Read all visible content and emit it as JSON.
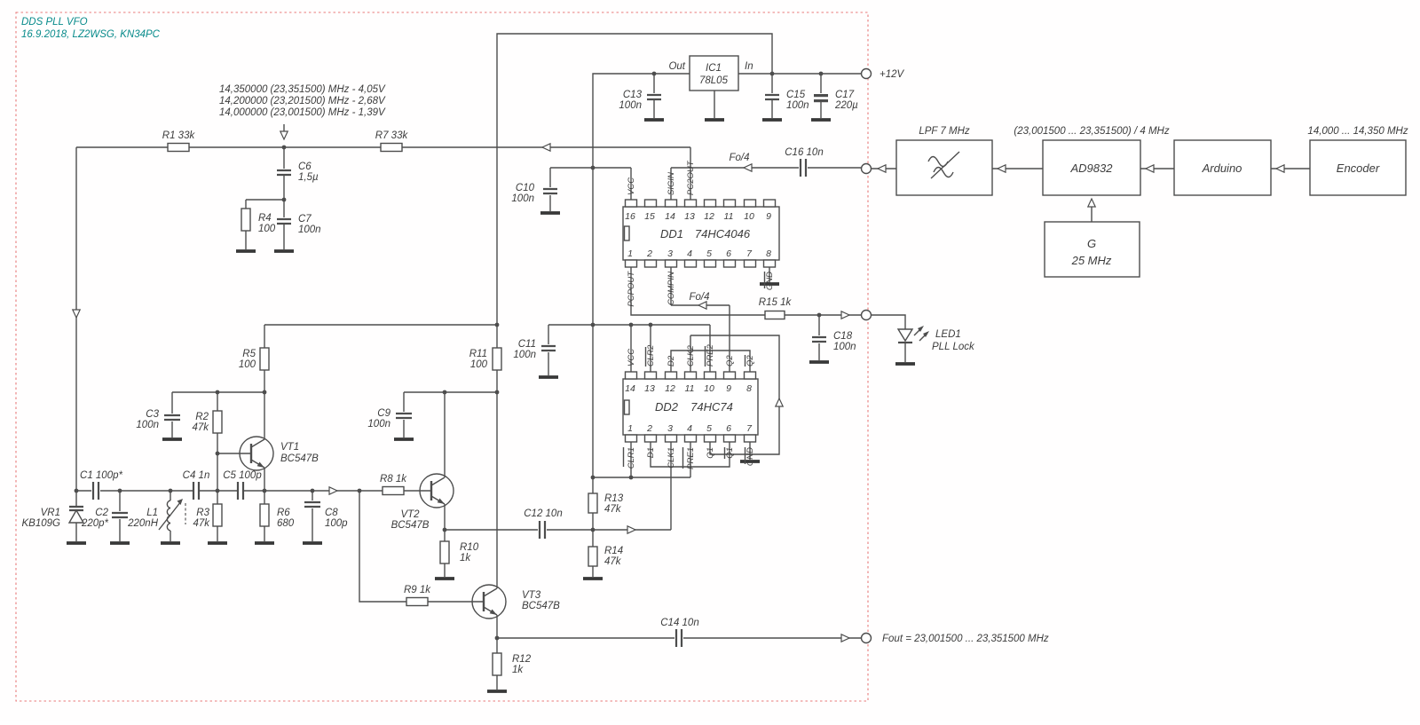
{
  "title": {
    "name": "DDS PLL VFO",
    "date_author": "16.9.2018, LZ2WSG, KN34PC"
  },
  "annotations": {
    "tuning": [
      "14,350000 (23,351500) MHz - 4,05V",
      "14,200000 (23,201500) MHz - 2,68V",
      "14,000000 (23,001500) MHz - 1,39V"
    ],
    "fo4_top": "Fo/4",
    "fo4_pc": "Fo/4",
    "supply": "+12V",
    "fout": "Fout = 23,001500 ... 23,351500 MHz"
  },
  "components": {
    "r1": {
      "label": "R1 33k"
    },
    "r7": {
      "label": "R7 33k"
    },
    "r8": {
      "label": "R8 1k"
    },
    "r9": {
      "label": "R9 1k"
    },
    "r15": {
      "label": "R15 1k"
    },
    "c1": {
      "label": "C1 100p*"
    },
    "c4": {
      "label": "C4 1n"
    },
    "c5": {
      "label": "C5 100p"
    },
    "c12": {
      "label": "C12 10n"
    },
    "c14": {
      "label": "C14 10n"
    },
    "c16": {
      "label": "C16 10n"
    },
    "c2": {
      "ref": "C2",
      "value": "220p*"
    },
    "c3": {
      "ref": "C3",
      "value": "100n"
    },
    "c6": {
      "ref": "C6",
      "value": "1,5µ"
    },
    "c7": {
      "ref": "C7",
      "value": "100n"
    },
    "c8": {
      "ref": "C8",
      "value": "100p"
    },
    "c9": {
      "ref": "C9",
      "value": "100n"
    },
    "c10": {
      "ref": "C10",
      "value": "100n"
    },
    "c11": {
      "ref": "C11",
      "value": "100n"
    },
    "c13": {
      "ref": "C13",
      "value": "100n"
    },
    "c15": {
      "ref": "C15",
      "value": "100n"
    },
    "c17": {
      "ref": "C17",
      "value": "220µ"
    },
    "c18": {
      "ref": "C18",
      "value": "100n"
    },
    "r2": {
      "ref": "R2",
      "value": "47k"
    },
    "r3": {
      "ref": "R3",
      "value": "47k"
    },
    "r4": {
      "ref": "R4",
      "value": "100"
    },
    "r5": {
      "ref": "R5",
      "value": "100"
    },
    "r6": {
      "ref": "R6",
      "value": "680"
    },
    "r10": {
      "ref": "R10",
      "value": "1k"
    },
    "r11": {
      "ref": "R11",
      "value": "100"
    },
    "r12": {
      "ref": "R12",
      "value": "1k"
    },
    "r13": {
      "ref": "R13",
      "value": "47k"
    },
    "r14": {
      "ref": "R14",
      "value": "47k"
    },
    "vr1": {
      "ref": "VR1",
      "value": "KB109G"
    },
    "l1": {
      "ref": "L1",
      "value": "220nH"
    },
    "vt1": {
      "ref": "VT1",
      "value": "BC547B"
    },
    "vt2": {
      "ref": "VT2",
      "value": "BC547B"
    },
    "vt3": {
      "ref": "VT3",
      "value": "BC547B"
    },
    "led1": {
      "ref": "LED1",
      "value": "PLL Lock"
    }
  },
  "ic1": {
    "ref": "IC1",
    "part": "78L05",
    "pin_out": "Out",
    "pin_in": "In"
  },
  "dd1": {
    "ref": "DD1",
    "part": "74HC4046",
    "pins_top": [
      "16",
      "15",
      "14",
      "13",
      "12",
      "11",
      "10",
      "9"
    ],
    "pins_bottom": [
      "1",
      "2",
      "3",
      "4",
      "5",
      "6",
      "7",
      "8"
    ],
    "lbl_vcc": "VCC",
    "lbl_sigin": "SIGIN",
    "lbl_pc2out": "PC2OUT",
    "lbl_pcpout": "PCPOUT",
    "lbl_compin": "COMPIN",
    "lbl_gnd": "GND"
  },
  "dd2": {
    "ref": "DD2",
    "part": "74HC74",
    "pins_top": [
      "14",
      "13",
      "12",
      "11",
      "10",
      "9",
      "8"
    ],
    "pins_bottom": [
      "1",
      "2",
      "3",
      "4",
      "5",
      "6",
      "7"
    ],
    "labels_top": [
      "VCC",
      "CLR2",
      "D2",
      "CLK2",
      "PRE2",
      "Q2",
      "Q2"
    ],
    "labels_bottom": [
      "CLR1",
      "D1",
      "CLK1",
      "PRE1",
      "Q1",
      "Q1",
      "GND"
    ]
  },
  "blocks": {
    "lpf_title": "LPF 7 MHz",
    "dds": "AD9832",
    "dds_range": "(23,001500 ... 23,351500) / 4  MHz",
    "mcu": "Arduino",
    "encoder": "Encoder",
    "encoder_range": "14,000 ... 14,350  MHz",
    "gen_ref": "G",
    "gen_freq": "25 MHz"
  }
}
